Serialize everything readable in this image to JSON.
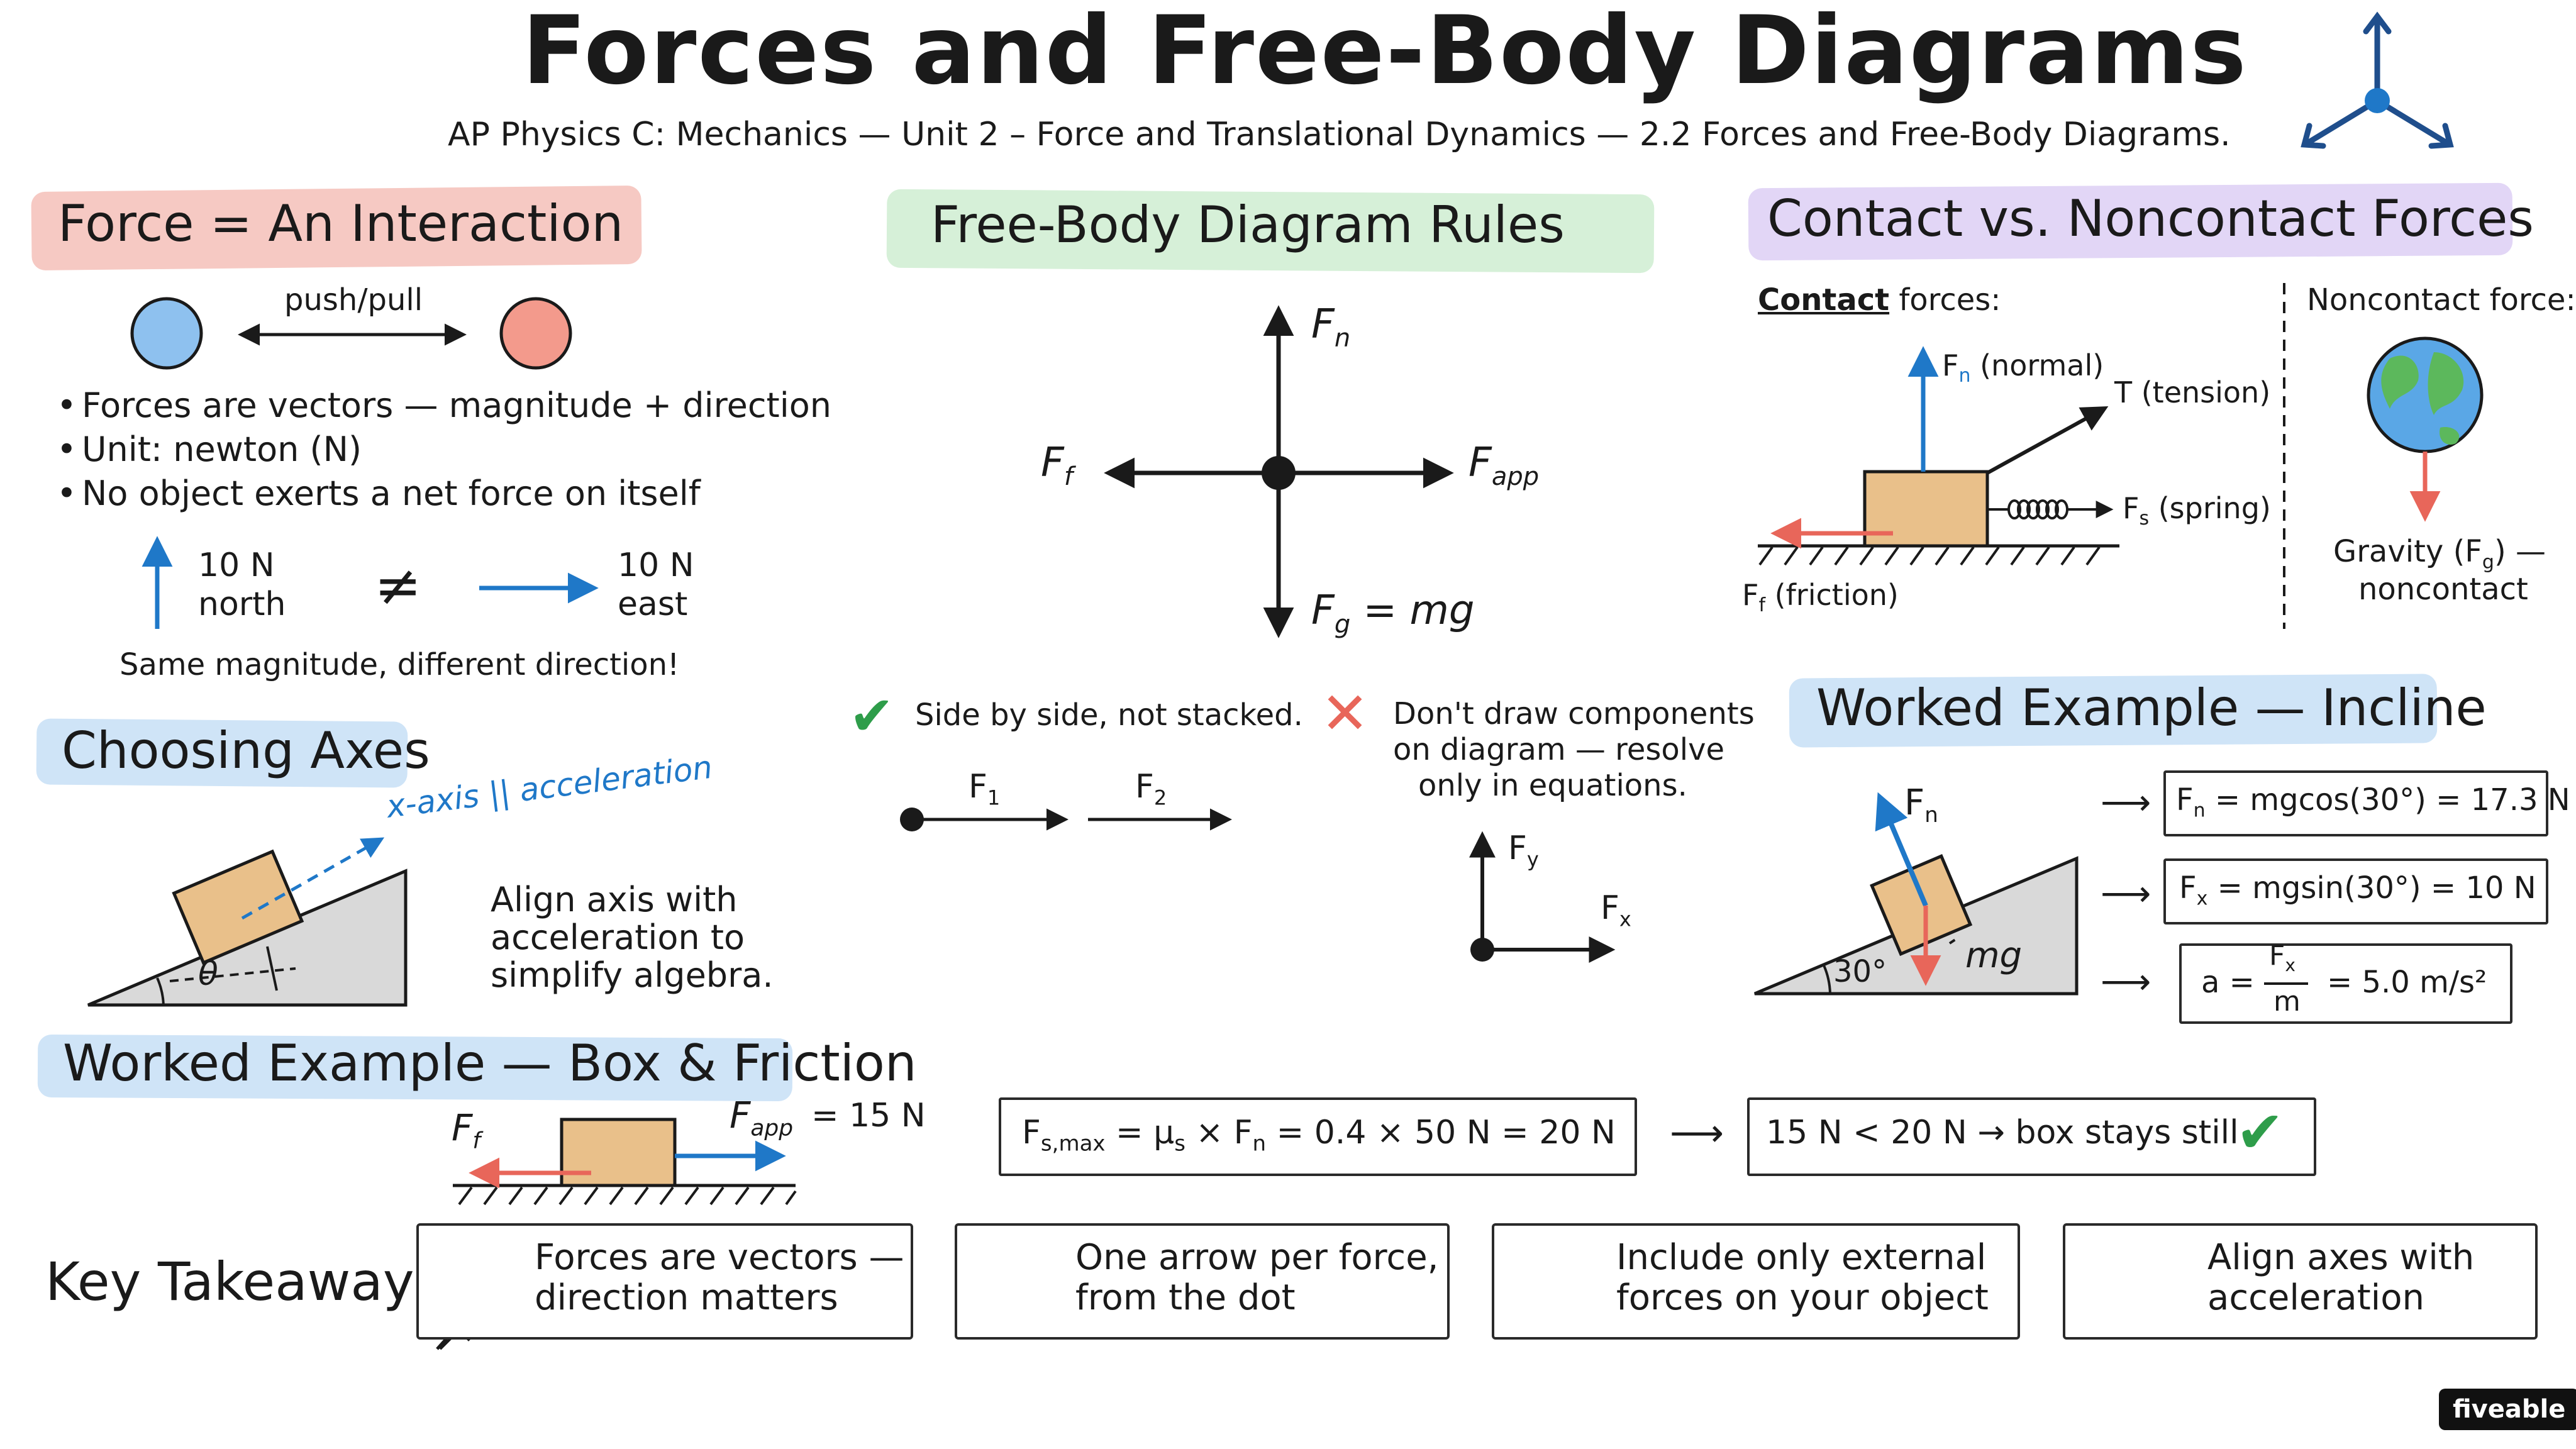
{
  "header": {
    "title": "Forces and Free-Body Diagrams",
    "subtitle": "AP Physics C: Mechanics — Unit 2 – Force and Translational Dynamics — 2.2 Forces and Free-Body Diagrams."
  },
  "interaction": {
    "heading": "Force = An Interaction",
    "push_pull": "push/pull",
    "bullets": [
      "Forces are vectors — magnitude + direction",
      "Unit: newton (N)",
      "No object exerts a net force on itself"
    ],
    "vec_a_mag": "10 N",
    "vec_a_dir": "north",
    "neq": "≠",
    "vec_b_mag": "10 N",
    "vec_b_dir": "east",
    "caption": "Same magnitude, different direction!"
  },
  "axes": {
    "heading": "Choosing Axes",
    "axis_label": "x-axis || acceleration",
    "theta": "θ",
    "note": [
      "Align axis with",
      "acceleration to",
      "simplify algebra."
    ]
  },
  "box_friction": {
    "heading": "Worked Example — Box & Friction",
    "ff_label": "F",
    "ff_sub": "f",
    "fapp_label": "F",
    "fapp_sub": "app",
    "fapp_value": "= 15 N",
    "eq1": "F",
    "eq1_sub": "s,max",
    "eq1_rest": " = μ",
    "eq1_sub2": "s",
    "eq1_rest2": " × F",
    "eq1_sub3": "n",
    "eq1_rest3": " = 0.4 × 50 N = 20 N",
    "arrow": "⟶",
    "eq2": "15 N < 20 N → box stays still",
    "check": "✔"
  },
  "fbd_rules": {
    "heading": "Free-Body Diagram Rules",
    "fn": "F",
    "fn_sub": "n",
    "ff": "F",
    "ff_sub": "f",
    "fapp": "F",
    "fapp_sub": "app",
    "fg": "F",
    "fg_sub": "g",
    "fg_rest": " = mg",
    "rule_good": "Side by side, not stacked.",
    "f1": "F",
    "f1_sub": "1",
    "f2": "F",
    "f2_sub": "2",
    "rule_bad": [
      "Don't draw components",
      "on diagram — resolve",
      "only in equations."
    ],
    "fy": "F",
    "fy_sub": "y",
    "fx": "F",
    "fx_sub": "x",
    "good_mark": "✔",
    "bad_mark": "✕"
  },
  "contact": {
    "heading": "Contact vs. Noncontact Forces",
    "contact_label_u": "Contact",
    "contact_label_rest": " forces:",
    "noncontact_label": "Noncontact force:",
    "fn": "F",
    "fn_sub": "n",
    "fn_rest": " (normal)",
    "tension": "T (tension)",
    "fs": "F",
    "fs_sub": "s",
    "fs_rest": " (spring)",
    "ff": "F",
    "ff_sub": "f",
    "ff_rest": " (friction)",
    "gravity_line1": "Gravity (F",
    "gravity_sub": "g",
    "gravity_line1_end": ") —",
    "gravity_line2": "noncontact"
  },
  "incline": {
    "heading": "Worked Example — Incline",
    "fn": "F",
    "fn_sub": "n",
    "mg": "mg",
    "angle": "30°",
    "arrow": "⟶",
    "eq1": "F",
    "eq1_sub": "n",
    "eq1_rest": " = mgcos(30°) = 17.3 N",
    "eq2": "F",
    "eq2_sub": "x",
    "eq2_rest": " = mgsin(30°) = 10 N",
    "eq3_a": "a =",
    "eq3_num": "F",
    "eq3_num_sub": "x",
    "eq3_den": "m",
    "eq3_rest": "= 5.0 m/s²"
  },
  "takeaways": {
    "heading": "Key Takeaways",
    "cards": [
      {
        "icon": "pushpin-icon",
        "line1": "Forces are vectors —",
        "line2": "direction matters"
      },
      {
        "icon": "target-icon",
        "line1": "One arrow per force,",
        "line2": "from the dot"
      },
      {
        "icon": "checklist-icon",
        "line1": "Include only external",
        "line2": "forces on your object"
      },
      {
        "icon": "growth-chart-icon",
        "line1": "Align axes with",
        "line2": "acceleration"
      }
    ]
  },
  "brand": "fiveable",
  "colors": {
    "red_highlight": "#f6c9c3",
    "green_highlight": "#d6f0d8",
    "purple_highlight": "#e2d6f6",
    "blue_highlight": "#cfe4f7",
    "blue": "#1f78c8",
    "red": "#e8665a",
    "green": "#2e9d4a",
    "box_tan": "#e9c08a",
    "incline_gray": "#d9d9d9"
  }
}
